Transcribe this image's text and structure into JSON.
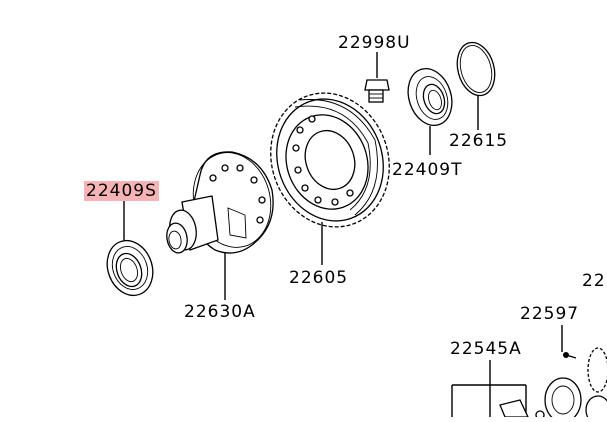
{
  "diagram": {
    "colors": {
      "highlight": "#f6b3b5",
      "line": "#000000",
      "background": "#ffffff"
    },
    "labels": {
      "bolt": "22998U",
      "o_ring": "22615",
      "seal_right": "22409T",
      "ring_gear": "22605",
      "seal_left": "22409S",
      "diff_case": "22630A",
      "part_22597": "22597",
      "part_22545A": "22545A",
      "partial_right": "22"
    }
  }
}
